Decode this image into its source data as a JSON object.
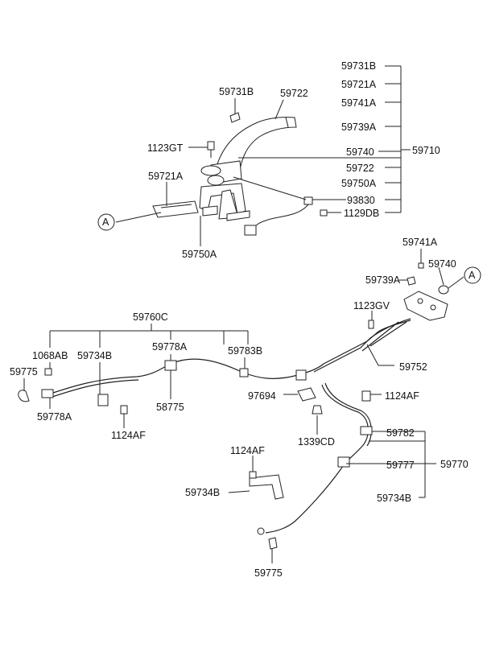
{
  "colors": {
    "line": "#222222",
    "background": "#ffffff"
  },
  "callouts": {
    "ref_a_left": "A",
    "ref_a_right": "A",
    "p59731B_top": "59731B",
    "p59722_top": "59722",
    "p1123GT": "1123GT",
    "p59721A_left": "59721A",
    "p59750A_bottom": "59750A",
    "list_59731B": "59731B",
    "list_59721A": "59721A",
    "list_59741A": "59741A",
    "list_59739A": "59739A",
    "list_59740": "59740",
    "list_59722": "59722",
    "list_59750A": "59750A",
    "list_93830": "93830",
    "list_1129DB": "1129DB",
    "group_59710": "59710",
    "p59741A_right": "59741A",
    "p59740_right": "59740",
    "p59739A_right": "59739A",
    "p1123GV": "1123GV",
    "p59752": "59752",
    "group_59760C": "59760C",
    "p1068AB": "1068AB",
    "p59734B_left": "59734B",
    "p59778A_mid": "59778A",
    "p59783B": "59783B",
    "p59775_left": "59775",
    "p59778A_left": "59778A",
    "p58775": "58775",
    "p1124AF_left": "1124AF",
    "p97694": "97694",
    "p1124AF_right": "1124AF",
    "p1339CD": "1339CD",
    "list_59782": "59782",
    "list_59777": "59777",
    "list_59734B": "59734B",
    "group_59770": "59770",
    "p1124AF_bottom": "1124AF",
    "p59734B_bottom": "59734B",
    "p59775_bottom": "59775"
  }
}
